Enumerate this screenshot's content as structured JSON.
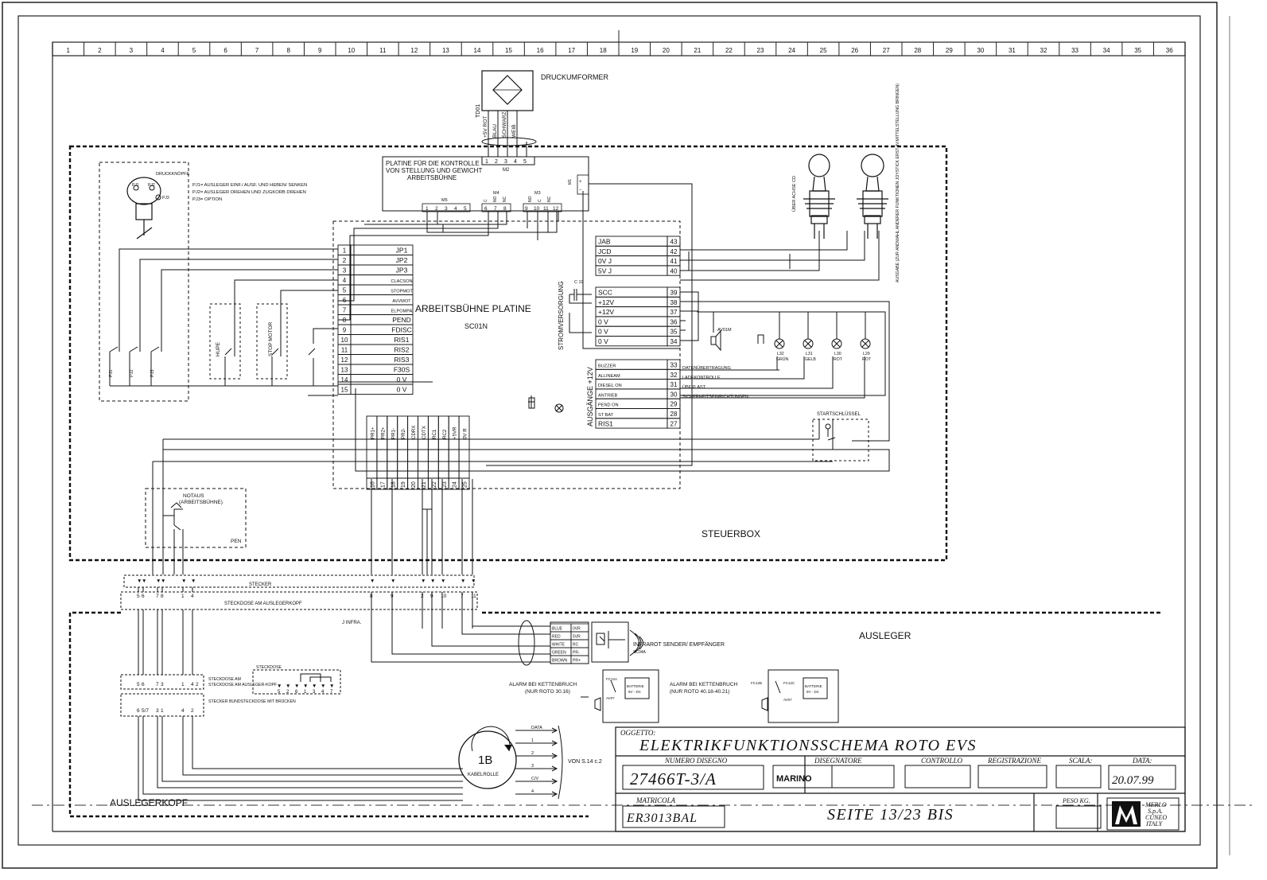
{
  "columns": [
    "1",
    "2",
    "3",
    "4",
    "5",
    "6",
    "7",
    "8",
    "9",
    "10",
    "11",
    "12",
    "13",
    "14",
    "15",
    "16",
    "17",
    "18",
    "19",
    "20",
    "21",
    "22",
    "23",
    "24",
    "25",
    "26",
    "27",
    "28",
    "29",
    "30",
    "31",
    "32",
    "33",
    "34",
    "35",
    "36"
  ],
  "zones": {
    "steuerbox": "STEUERBOX",
    "ausleger": "AUSLEGER",
    "auslegerkopf": "AUSLEGERKOPF"
  },
  "transducer": {
    "title": "DRUCKUMFORMER",
    "tag": "TD01",
    "wires": [
      "+5V ROT",
      "BLAU",
      "SCHWARZ",
      "WEIB"
    ],
    "pins": [
      "1",
      "2",
      "3",
      "4",
      "5"
    ],
    "connector": "M2"
  },
  "control_board": {
    "title_lines": [
      "PLATINE FÜR DIE KONTROLLE",
      "VON STELLUNG UND GEWICHT",
      "ARBEITSBÜHNE"
    ],
    "m1": "M1",
    "m5": "M5",
    "m5_pins": [
      "1",
      "2",
      "3",
      "4",
      "5"
    ],
    "m4": "M4",
    "m4_pins": [
      "6",
      "7",
      "8"
    ],
    "m4_labels": [
      "C",
      "NO",
      "NC"
    ],
    "m3": "M3",
    "m3_pins": [
      "9",
      "10",
      "11",
      "12"
    ],
    "m3_labels": [
      "NO",
      "C",
      "NC"
    ]
  },
  "pushbutton": {
    "title": "DRUCKKNÖPFE",
    "buttons": [
      "PJ1",
      "PJ2",
      "PJ3"
    ],
    "notes": [
      "PJ1= AUSLEGER EINF./ AUSF. UND HEBEN/ SENKEN",
      "PJ2= AUSLEGER DREHEN UND ZUGKORB DREHEN",
      "PJ3= OPTION"
    ]
  },
  "switches": {
    "hupe": "HUPE",
    "stop_motor": "STOP MOTOR"
  },
  "main_board": {
    "title": "ARBEITSBÜHNE PLATINE",
    "code": "SC01N",
    "left_pins": [
      {
        "n": "1",
        "label": "JP1"
      },
      {
        "n": "2",
        "label": "JP2"
      },
      {
        "n": "3",
        "label": "JP3"
      },
      {
        "n": "4",
        "label": "CLACSON"
      },
      {
        "n": "5",
        "label": "STOPMOT"
      },
      {
        "n": "6",
        "label": "AVVMOT"
      },
      {
        "n": "7",
        "label": "ELPOMPA"
      },
      {
        "n": "8",
        "label": "PEND"
      },
      {
        "n": "9",
        "label": "FDISC"
      },
      {
        "n": "10",
        "label": "RIS1"
      },
      {
        "n": "11",
        "label": "RIS2"
      },
      {
        "n": "12",
        "label": "RIS3"
      },
      {
        "n": "13",
        "label": "F30S"
      },
      {
        "n": "14",
        "label": "0 V"
      },
      {
        "n": "15",
        "label": "0 V"
      }
    ],
    "right_upper": [
      {
        "n": "43",
        "label": "JAB"
      },
      {
        "n": "42",
        "label": "JCD"
      },
      {
        "n": "41",
        "label": "0V J"
      },
      {
        "n": "40",
        "label": "5V J"
      }
    ],
    "supply_label": "STROMVERSORGUNG",
    "capacitor": "C 19",
    "right_middle": [
      {
        "n": "39",
        "label": "SCC"
      },
      {
        "n": "38",
        "label": "+12V"
      },
      {
        "n": "37",
        "label": "+12V"
      },
      {
        "n": "36",
        "label": "0 V"
      },
      {
        "n": "35",
        "label": "0 V"
      },
      {
        "n": "34",
        "label": "0 V"
      }
    ],
    "outputs_label": "AUSGÄNGE +12V",
    "right_lower": [
      {
        "n": "33",
        "label": "BUZZER"
      },
      {
        "n": "32",
        "label": "ALLINEAM"
      },
      {
        "n": "31",
        "label": "DIESEL ON"
      },
      {
        "n": "30",
        "label": "ANTRIEB"
      },
      {
        "n": "29",
        "label": "PEND ON"
      },
      {
        "n": "28",
        "label": "ST BAT"
      },
      {
        "n": "27",
        "label": "RIS1"
      }
    ],
    "bottom_pins": [
      {
        "n": "16",
        "label": "PR1+"
      },
      {
        "n": "17",
        "label": "PR2+"
      },
      {
        "n": "18",
        "label": "PR1-"
      },
      {
        "n": "19",
        "label": "PR2-"
      },
      {
        "n": "20",
        "label": "CDRX"
      },
      {
        "n": "21",
        "label": "CDTX"
      },
      {
        "n": "22",
        "label": "RC1"
      },
      {
        "n": "23",
        "label": "RC2"
      },
      {
        "n": "24",
        "label": "+5VR"
      },
      {
        "n": "25",
        "label": "0V R"
      }
    ]
  },
  "joysticks": {
    "left_label": "ÜBER ACHSE CD",
    "right_label": "AUSGABE (ZUR ANDWAHL ANDERER FUNKTIONEN JOYSTICK ERST IN MITTELSTELLUNG BRINGEN)"
  },
  "signals": {
    "lines": [
      "DATENÜBERTRAGUNG",
      "LADEKONTROLLE",
      "ÜBERLAST",
      "SICHERHEITSEINRICHTUNGEN"
    ],
    "buzzer": "AV01M",
    "lamps": [
      {
        "tag": "L32",
        "color": "GRÜN"
      },
      {
        "tag": "L31",
        "color": "GELB"
      },
      {
        "tag": "L30",
        "color": "ROT"
      },
      {
        "tag": "L29",
        "color": "ROT"
      }
    ]
  },
  "startschluessel": "STARTSCHLÜSSEL",
  "notaus": {
    "title": "NOTAUS",
    "sub": "(ARBEITSBÜHNE)",
    "tag": "PEN"
  },
  "stecker": {
    "label": "STECKER",
    "dose_label": "STECKDOSE AM AUSLEGERKOPF",
    "top_pins": [
      "5",
      "6",
      "7",
      "8",
      "1",
      "4",
      "8",
      "9",
      "2",
      "9",
      "10",
      "7",
      "11"
    ],
    "infra": "J INFRA."
  },
  "infrared": {
    "label": "INFRAROT SENDER/ EMPFÄNGER",
    "code": "SC04A",
    "wires": [
      {
        "color": "BLUE",
        "sig": "0VR"
      },
      {
        "color": "RED",
        "sig": "5VR"
      },
      {
        "color": "WHITE",
        "sig": "RC"
      },
      {
        "color": "GREEN",
        "sig": "PR-"
      },
      {
        "color": "BROWN",
        "sig": "PR+"
      }
    ]
  },
  "alarms": [
    {
      "text": [
        "ALARM BEI KETTENBRUCH",
        "(NUR ROTO 30.16)"
      ],
      "sw": "FC12A",
      "buzzer": "AV07",
      "box": [
        "BATTERIE",
        "9V - DC"
      ]
    },
    {
      "text": [
        "ALARM BEI KETTENBRUCH",
        "(NUR ROTO 40.18-40.21)"
      ],
      "sw": "FC12B",
      "buzzer": "AV07",
      "sw2": "FC12C",
      "box": [
        "BATTERIE",
        "9V - DC"
      ]
    }
  ],
  "kopf": {
    "steckdose_label": "STECKDOSE AM AUSLEGER-KOPF",
    "steckdose": "STECKDOSE",
    "steckdose_pins": [
      "5",
      "2",
      "6",
      "1",
      "3",
      "4",
      "7"
    ],
    "stecker_bund": "STECKER BUNDSTECKDOSE MIT BRÜCKEN",
    "pins_a": [
      "5",
      "6",
      "7",
      "3",
      "1",
      "4",
      "2"
    ],
    "pins_b": [
      "6",
      "5/7",
      "3",
      "1",
      "4",
      "2"
    ]
  },
  "kabelrolle": {
    "tag": "1B",
    "label": "KABELROLLE",
    "outputs": [
      "DATA",
      "1",
      "2",
      "3",
      "C/V",
      "4"
    ],
    "ref": "VON S.14 c.2"
  },
  "titleblock": {
    "oggetto_label": "OGGETTO:",
    "title": "ELEKTRIKFUNKTIONSSCHEMA ROTO EVS",
    "numero_label": "NUMERO DISEGNO",
    "numero": "27466T-3/A",
    "disegnatore_label": "DISEGNATORE",
    "disegnatore": "MARINO",
    "controllo_label": "CONTROLLO",
    "registrazione_label": "REGISTRAZIONE",
    "scala_label": "SCALA:",
    "data_label": "DATA:",
    "data": "20.07.99",
    "matricola_label": "MATRICOLA",
    "matricola": "ER3013BAL",
    "seite": "SEITE 13/23 BIS",
    "peso_label": "PESO KG.",
    "company": [
      "MERLO",
      "S.p.A.",
      "CUNEO",
      "ITALY"
    ]
  }
}
